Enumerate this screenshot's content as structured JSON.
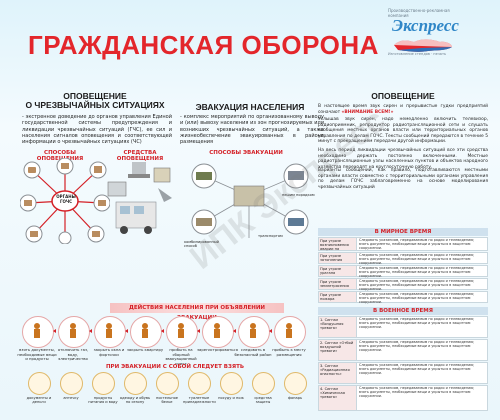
{
  "title": "ГРАЖДАНСКАЯ ОБОРОНА",
  "logo": {
    "word": "Экспресс",
    "top": "Производственно-рекламная компания",
    "sub": "Изготовление стендов · печать"
  },
  "left": {
    "heading": "ОПОВЕЩЕНИЕ\nО ЧРЕЗВЫЧАЙНЫХ СИТУАЦИЯХ",
    "text": "- экстренное доведение до органов управления Единой государственной системы предупреждения и ликвидации чрезвычайных ситуаций (ГЧС), ее сил и населения сигналов оповещения и соответствующей информации о чрезвычайных ситуациях (ЧС)",
    "sub1": "СПОСОБЫ ОПОВЕЩЕНИЯ",
    "sub2": "СРЕДСТВА ОПОВЕЩЕНИЯ",
    "center_node": "ОРГАНЫ ГОЧС"
  },
  "middle": {
    "heading": "ЭВАКУАЦИЯ НАСЕЛЕНИЯ",
    "text": "- комплекс мероприятий по организованному выводу и (или) вывозу населения из зон прогнозируемых или возникших чрезвычайных ситуаций, а также жизнеобеспечение эвакуированных в районе размещения",
    "sub": "СПОСОБЫ ЭВАКУАЦИИ",
    "labels": [
      "пешим порядком",
      "транспортом",
      "комбинированный способ"
    ]
  },
  "banner": "ДЕЙСТВИЯ НАСЕЛЕНИЯ ПРИ ОБЪЯВЛЕНИИ ЭВАКУАЦИИ",
  "steps": [
    "взять документы, необходимые вещи и продукты",
    "отключить газ, воду, электричество",
    "закрыть окна и форточки",
    "закрыть квартиру",
    "прибыть на сборный эвакуационный пункт",
    "зарегистрироваться",
    "следовать в безопасный район",
    "прибыть к месту размещения"
  ],
  "items_title": "ПРИ ЭВАКУАЦИИ С СОБОЙ СЛЕДУЕТ ВЗЯТЬ",
  "items": [
    "документы и деньги",
    "аптечку",
    "продукты питания и воду",
    "одежду и обувь по сезону",
    "постельное белье",
    "туалетные принадлежности",
    "посуду и нож",
    "средства защиты",
    "фонарь"
  ],
  "right": {
    "heading": "ОПОВЕЩЕНИЕ",
    "para1_a": "В настоящее время звук сирен и прерывистые гудки предприятий означают ",
    "para1_hl": "«ВНИМАНИЕ ВСЕМ!»",
    "para2": "Услышав звук сирен, надо немедленно включить телевизор, радиоприемник, репродуктор радиотрансляционной сети и слушать сообщения местных органов власти или территориальных органов управления по делам ГОЧС. Тексты сообщений передаются в течение 5 минут с прекращением передачи другой информации.",
    "para3": "На весь период ликвидации чрезвычайных ситуаций все эти средства необходимо держать постоянно включенными. Местные радиотрансляционные узлы населенных пунктов и объектов народного хозяйства переходят на круглосуточную работу.",
    "para4": "Варианты сообщений, как правило, подготавливаются местными органами власти совместно с территориальными органами управления по делам ГОЧС заблаговременно на основе моделирования чрезвычайных ситуаций",
    "peace": "В МИРНОЕ ВРЕМЯ",
    "war": "В ВОЕННОЕ ВРЕМЯ",
    "peace_rows": [
      "При угрозе возникновения аварии на промышленном объекте",
      "При угрозе затопления",
      "При угрозе урагана",
      "При угрозе землетрясения",
      "При угрозе пожара"
    ],
    "war_rows": [
      "1. Сигнал «Воздушная тревога»",
      "2. Сигнал «Отбой воздушной тревоги»",
      "3. Сигнал «Радиационная опасность»",
      "4. Сигнал «Химическая тревога»"
    ],
    "row_text": "Следовать указаниям, передаваемым по радио и телевидению; взять документы, необходимые вещи и укрыться в защитном сооружении."
  },
  "watermark": "ИПК Экспресс"
}
